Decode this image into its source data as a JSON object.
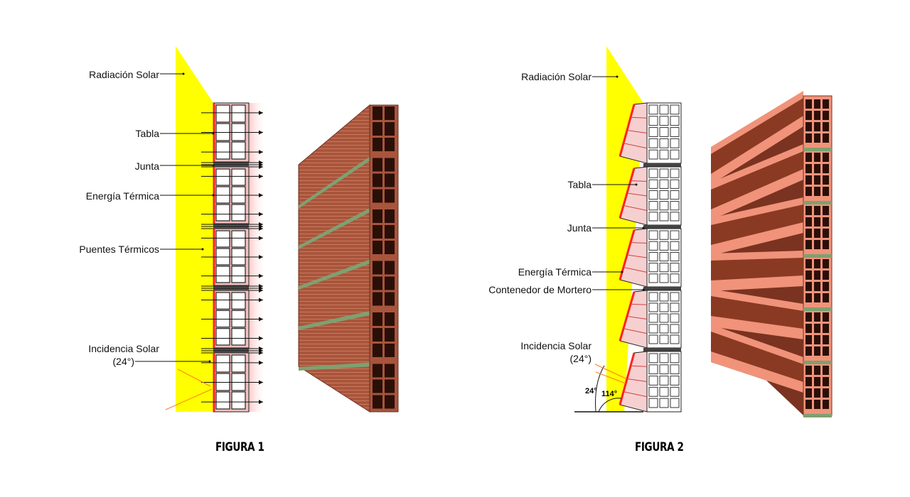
{
  "figure1": {
    "caption": "FIGURA 1",
    "labels": {
      "radiacion": "Radiación Solar",
      "tabla": "Tabla",
      "junta": "Junta",
      "energia": "Energía Térmica",
      "puentes": "Puentes Térmicos",
      "incidencia": "Incidencia Solar",
      "incidencia_angle": "(24°)"
    }
  },
  "figure2": {
    "caption": "FIGURA 2",
    "labels": {
      "radiacion": "Radiación Solar",
      "tabla": "Tabla",
      "junta": "Junta",
      "energia": "Energía Térmica",
      "contenedor": "Contenedor de Mortero",
      "incidencia": "Incidencia Solar",
      "incidencia_angle": "(24°)",
      "angle_a": "24°",
      "angle_b": "114°"
    }
  },
  "colors": {
    "solar": "#ffff00",
    "heat": "#ff2020",
    "brick": "#b05a40",
    "brick_light": "#f0937a",
    "mortar": "#7fa070"
  }
}
